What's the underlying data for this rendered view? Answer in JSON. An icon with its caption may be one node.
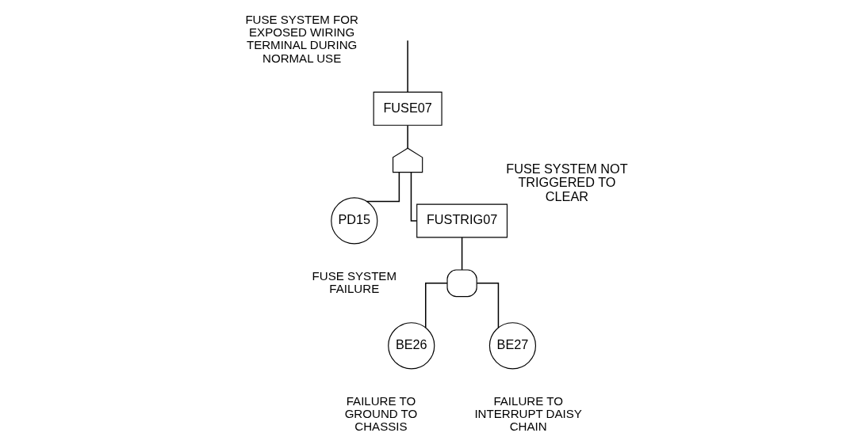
{
  "diagram": {
    "nodes": [
      {
        "text": [
          "FUSE07"
        ],
        "beside": [
          "FUSE SYSTEM FOR EXPOSED WIRING TERMINAL DURING NORMAL USE"
        ]
      },
      {
        "text": [],
        "shape": "gate"
      },
      {
        "text": [
          "PD15"
        ],
        "beside": [
          "FUSE SYSTEM FAILURE"
        ]
      },
      {
        "text": [
          "FUSTRIG07"
        ],
        "beside": [
          "FUSE SYSTEM NOT TRIGGERED TO CLEAR"
        ]
      },
      {
        "text": [],
        "shape": "gate"
      },
      {
        "text": [
          "BE26"
        ],
        "beside": [
          "FAILURE TO GROUND TO CHASSIS"
        ]
      },
      {
        "text": [
          "BE27"
        ],
        "beside": [
          "FAILURE TO INTERRUPT DAISY CHAIN"
        ]
      }
    ],
    "edges": [
      {
        "from": null,
        "to": 0,
        "arrow": "none"
      },
      {
        "from": 0,
        "to": 1,
        "arrow": "none"
      },
      {
        "from": 1,
        "to": 2,
        "arrow": "none"
      },
      {
        "from": 1,
        "to": 3,
        "arrow": "none"
      },
      {
        "from": 3,
        "to": 4,
        "arrow": "none"
      },
      {
        "from": 4,
        "to": 5,
        "arrow": "none"
      },
      {
        "from": 4,
        "to": 6,
        "arrow": "none"
      }
    ]
  }
}
